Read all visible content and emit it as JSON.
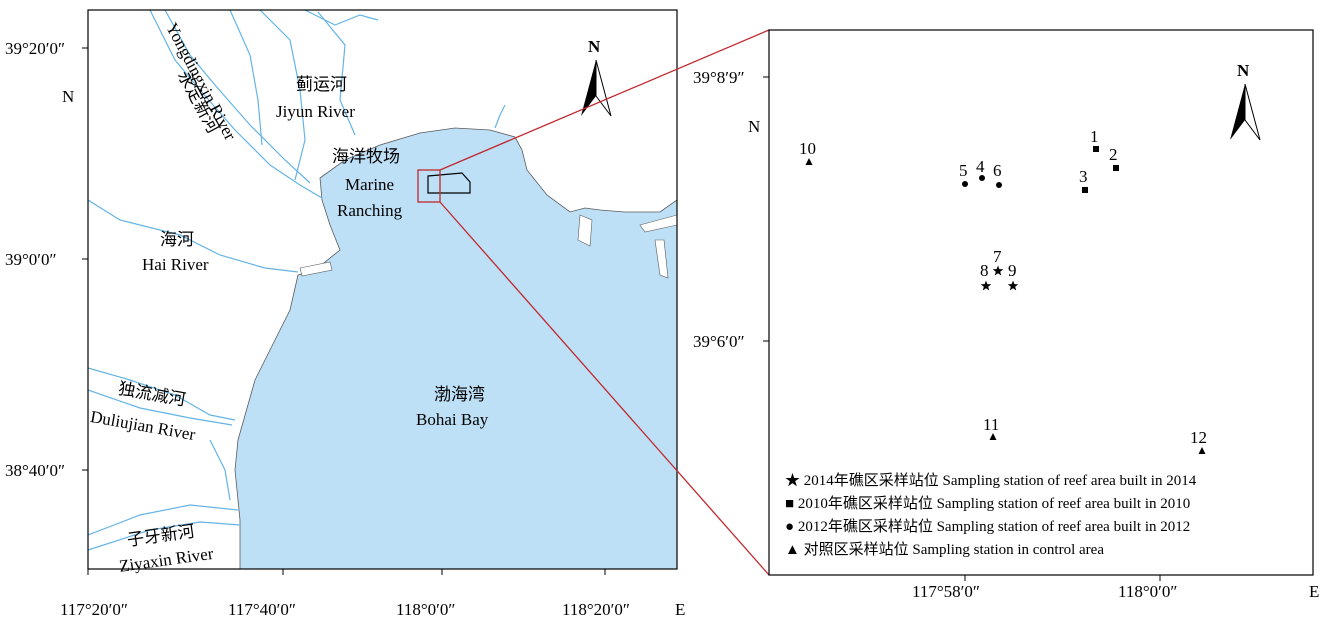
{
  "left_map": {
    "lat_labels": [
      "39°20′0″",
      "39°0′0″",
      "38°40′0″"
    ],
    "lat_axis_letter": "N",
    "lon_labels": [
      "117°20′0″",
      "117°40′0″",
      "118°0′0″",
      "118°20′0″"
    ],
    "lon_axis_letter": "E",
    "north_arrow": "N",
    "rivers": [
      {
        "cn": "永定新河",
        "en": "Yongdingxin River"
      },
      {
        "cn": "蓟运河",
        "en": "Jiyun River"
      },
      {
        "cn": "海河",
        "en": "Hai River"
      },
      {
        "cn": "独流减河",
        "en": "Duliujian River"
      },
      {
        "cn": "子牙新河",
        "en": "Ziyaxin River"
      }
    ],
    "areas": [
      {
        "cn": "海洋牧场",
        "en1": "Marine",
        "en2": "Ranching"
      },
      {
        "cn": "渤海湾",
        "en": "Bohai Bay"
      }
    ],
    "colors": {
      "sea": "#bee0f7",
      "river": "#64b4e6",
      "inset_box": "#c0282d"
    }
  },
  "right_map": {
    "lat_labels": [
      "39°8′9″",
      "39°6′0″"
    ],
    "lat_axis_letter": "N",
    "lon_labels": [
      "117°58′0″",
      "118°0′0″"
    ],
    "lon_axis_letter": "E",
    "north_arrow": "N",
    "stations": [
      {
        "id": "1",
        "type": "square"
      },
      {
        "id": "2",
        "type": "square"
      },
      {
        "id": "3",
        "type": "square"
      },
      {
        "id": "4",
        "type": "circle"
      },
      {
        "id": "5",
        "type": "circle"
      },
      {
        "id": "6",
        "type": "circle"
      },
      {
        "id": "7",
        "type": "star"
      },
      {
        "id": "8",
        "type": "star"
      },
      {
        "id": "9",
        "type": "star"
      },
      {
        "id": "10",
        "type": "triangle"
      },
      {
        "id": "11",
        "type": "triangle"
      },
      {
        "id": "12",
        "type": "triangle"
      }
    ],
    "legend": [
      {
        "symbol": "★",
        "text": "2014年礁区采样站位 Sampling station of reef area built in 2014"
      },
      {
        "symbol": "■",
        "text": "2010年礁区采样站位 Sampling station of reef area built in 2010"
      },
      {
        "symbol": "●",
        "text": "2012年礁区采样站位 Sampling station of reef area built in 2012"
      },
      {
        "symbol": "▲",
        "text": "对照区采样站位 Sampling station in control area"
      }
    ]
  }
}
